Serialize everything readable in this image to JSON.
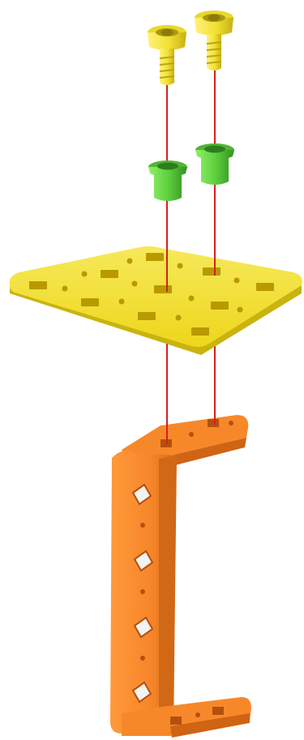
{
  "diagram": {
    "type": "exploded-assembly",
    "parts": [
      {
        "name": "screw",
        "count": 2
      },
      {
        "name": "spacer-bushing",
        "count": 2
      },
      {
        "name": "square-plate",
        "count": 1
      },
      {
        "name": "c-bracket",
        "count": 1
      }
    ],
    "guide_line_count": 2
  },
  "colors": {
    "screw": "#f2e53a",
    "screw_shade": "#c9b81c",
    "spacer": "#6fd84f",
    "spacer_shade": "#3f9e2c",
    "plate": "#f2e12a",
    "plate_shade": "#c9b40f",
    "bracket": "#f7882a",
    "bracket_shade": "#cf6414",
    "hole": "#b89a00",
    "bracket_hole": "#f3f3f3",
    "guide_line": "#d42020"
  }
}
